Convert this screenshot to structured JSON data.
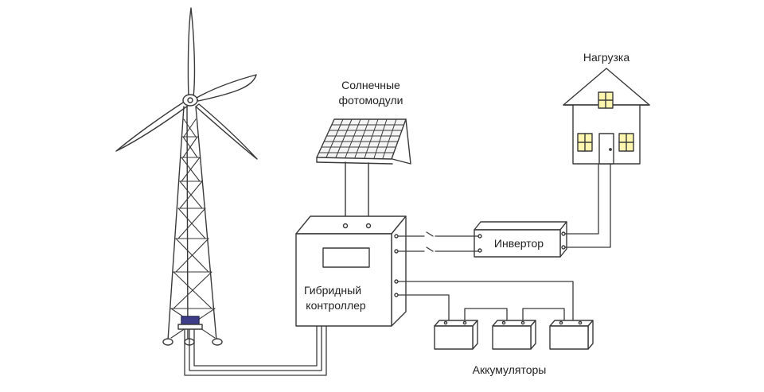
{
  "diagram": {
    "labels": {
      "solar_line1": "Солнечные",
      "solar_line2": "фотомодули",
      "load": "Нагрузка",
      "inverter": "Инвертор",
      "controller_line1": "Гибридный",
      "controller_line2": "контроллер",
      "batteries": "Аккумуляторы"
    },
    "colors": {
      "stroke": "#3a3a3a",
      "window_fill": "#fff7b0",
      "generator_fill": "#3d3d8a",
      "panel_fill": "#f4f4f4",
      "box_fill": "#ffffff"
    },
    "icons": [
      "wind-turbine-icon",
      "solar-panel-icon",
      "house-icon",
      "battery-icon",
      "inverter-icon",
      "controller-icon"
    ]
  }
}
